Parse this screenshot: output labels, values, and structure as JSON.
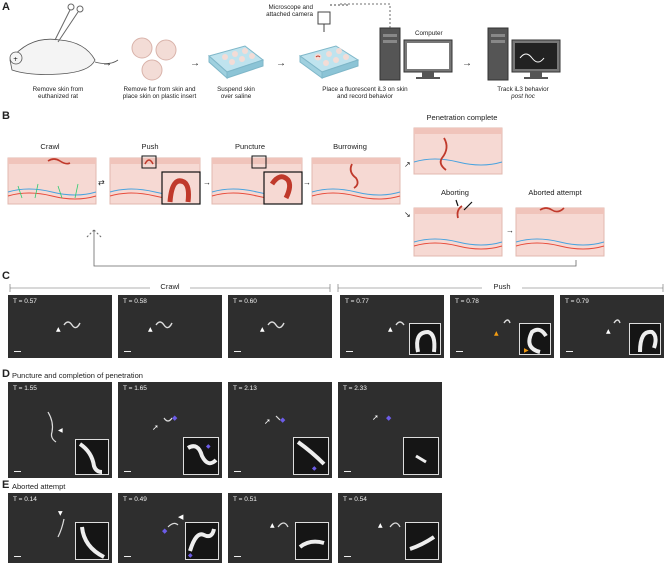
{
  "panels": {
    "a": "A",
    "b": "B",
    "c": "C",
    "d": "D",
    "e": "E"
  },
  "panel_a": {
    "steps": [
      "Remove skin from\neuthanized rat",
      "Remove fur from skin and\nplace skin on plastic insert",
      "Suspend skin\nover saline",
      "Place a fluorescent iL3 on skin\nand record behavior",
      "Track iL3 behavior"
    ],
    "step5_italic": "post hoc",
    "microscope_label": "Microscope and\nattached camera",
    "computer_label": "Computer"
  },
  "panel_b": {
    "stages": [
      "Crawl",
      "Push",
      "Puncture",
      "Burrowing",
      "Penetration complete",
      "Aborting",
      "Aborted attempt"
    ]
  },
  "panel_c": {
    "group_crawl": "Crawl",
    "group_push": "Push",
    "frames": [
      {
        "t": "T = 0.57"
      },
      {
        "t": "T = 0.58"
      },
      {
        "t": "T = 0.60"
      },
      {
        "t": "T = 0.77"
      },
      {
        "t": "T = 0.78"
      },
      {
        "t": "T = 0.79"
      }
    ]
  },
  "panel_d": {
    "title": "Puncture and completion of penetration",
    "frames": [
      {
        "t": "T = 1.55"
      },
      {
        "t": "T = 1.65"
      },
      {
        "t": "T = 2.13"
      },
      {
        "t": "T = 2.33"
      }
    ]
  },
  "panel_e": {
    "title": "Aborted attempt",
    "frames": [
      {
        "t": "T = 0.14"
      },
      {
        "t": "T = 0.49"
      },
      {
        "t": "T = 0.51"
      },
      {
        "t": "T = 0.54"
      }
    ]
  },
  "colors": {
    "skin": "#f6d9d3",
    "skin_edge": "#e7b7ae",
    "worm": "#c0392b",
    "frame_bg": "#2e2e2e",
    "arrow_orange": "#f39c12",
    "arrow_purple": "#6c5ce7"
  }
}
